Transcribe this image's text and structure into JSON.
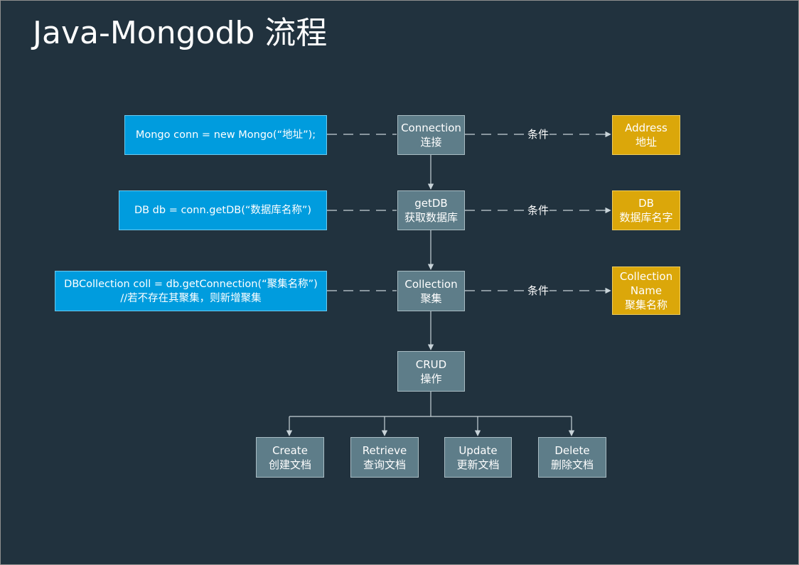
{
  "title": "Java-Mongodb 流程",
  "flow": {
    "connection": {
      "line1": "Connection",
      "line2": "连接"
    },
    "getdb": {
      "line1": "getDB",
      "line2": "获取数据库"
    },
    "collection": {
      "line1": "Collection",
      "line2": "聚集"
    },
    "crud": {
      "line1": "CRUD",
      "line2": "操作"
    }
  },
  "code": {
    "connection": "Mongo conn = new Mongo(“地址”);",
    "getdb": "DB db = conn.getDB(“数据库名称”)",
    "collection_line1": "DBCollection coll = db.getConnection(“聚集名称”)",
    "collection_line2": "//若不存在其聚集，则新增聚集"
  },
  "conditions": {
    "address": {
      "line1": "Address",
      "line2": "地址"
    },
    "db": {
      "line1": "DB",
      "line2": "数据库名字"
    },
    "collection": {
      "line1": "Collection",
      "line2": "Name",
      "line3": "聚集名称"
    }
  },
  "condition_label": "条件",
  "operations": {
    "create": {
      "line1": "Create",
      "line2": "创建文档"
    },
    "retrieve": {
      "line1": "Retrieve",
      "line2": "查询文档"
    },
    "update": {
      "line1": "Update",
      "line2": "更新文档"
    },
    "delete": {
      "line1": "Delete",
      "line2": "删除文档"
    }
  },
  "colors": {
    "background": "#21323e",
    "step_box": "#5e7d89",
    "code_box": "#009cde",
    "condition_box": "#dba70a",
    "connector": "#c8d3d8"
  }
}
